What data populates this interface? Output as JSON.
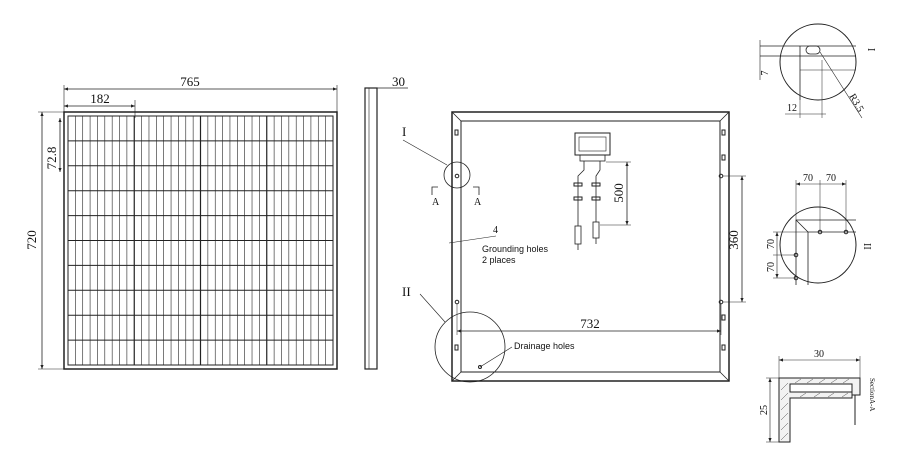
{
  "front_view": {
    "width_label": "765",
    "cell_width_label": "182",
    "height_label": "720",
    "cell_height_label": "72.8"
  },
  "side_view": {
    "thickness_label": "30"
  },
  "back_view": {
    "detail_I_marker": "I",
    "detail_II_marker": "II",
    "section_marker_left": "A",
    "section_marker_right": "A",
    "hole_dim_label": "4",
    "grounding_label_line1": "Grounding holes",
    "grounding_label_line2": "2 places",
    "drainage_label": "Drainage holes",
    "cable_length_label": "500",
    "mount_hole_spacing_label": "360",
    "mount_hole_width_label": "732"
  },
  "detail_I": {
    "marker": "I",
    "offset_label": "7",
    "distance_label": "12",
    "radius_label": "R3.5"
  },
  "detail_II": {
    "marker": "II",
    "top_label_a": "70",
    "top_label_b": "70",
    "side_label_a": "70",
    "side_label_b": "70"
  },
  "section_AA": {
    "width_label": "30",
    "height_label": "25",
    "title": "SectionA-A"
  }
}
